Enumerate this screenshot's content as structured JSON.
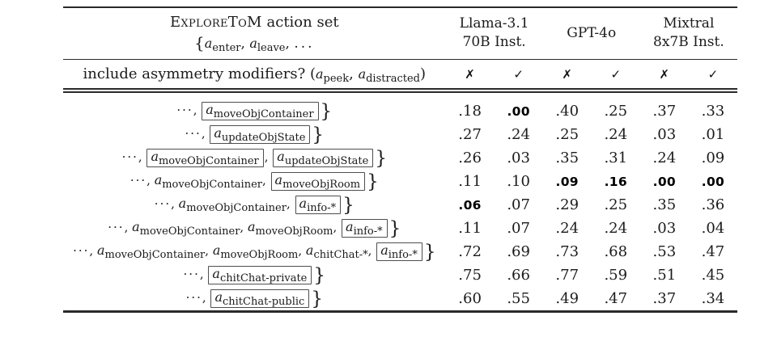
{
  "page": {
    "background": "#ffffff",
    "text_color": "#1b1b1b",
    "rule_color": "#2a2a2a"
  },
  "math": {
    "var": "a",
    "dots": "···",
    "ellipsis": "...",
    "open_brace": "{",
    "close_brace": "}"
  },
  "header": {
    "title_smallcaps": "ExploreToM",
    "title_rest": " action set",
    "action_set_prefix": {
      "items": [
        "enter",
        "leave"
      ]
    },
    "models": [
      {
        "line1": "Llama-3.1",
        "line2": "70B Inst."
      },
      {
        "line1": "GPT-4o",
        "line2": ""
      },
      {
        "line1": "Mixtral",
        "line2": "8x7B Inst."
      }
    ],
    "modifier_question": "include asymmetry modifiers?",
    "modifier_parens": {
      "items": [
        "peek",
        "distracted"
      ]
    },
    "marks": [
      {
        "glyph": "✗",
        "name": "cross"
      },
      {
        "glyph": "✓",
        "name": "check"
      },
      {
        "glyph": "✗",
        "name": "cross"
      },
      {
        "glyph": "✓",
        "name": "check"
      },
      {
        "glyph": "✗",
        "name": "cross"
      },
      {
        "glyph": "✓",
        "name": "check"
      }
    ]
  },
  "rows": [
    {
      "items": [
        {
          "name": "moveObjContainer",
          "boxed": true
        }
      ],
      "values": [
        ".18",
        ".00",
        ".40",
        ".25",
        ".37",
        ".33"
      ],
      "bold": [
        false,
        true,
        false,
        false,
        false,
        false
      ]
    },
    {
      "items": [
        {
          "name": "updateObjState",
          "boxed": true
        }
      ],
      "values": [
        ".27",
        ".24",
        ".25",
        ".24",
        ".03",
        ".01"
      ],
      "bold": [
        false,
        false,
        false,
        false,
        false,
        false
      ]
    },
    {
      "items": [
        {
          "name": "moveObjContainer",
          "boxed": true
        },
        {
          "name": "updateObjState",
          "boxed": true
        }
      ],
      "values": [
        ".26",
        ".03",
        ".35",
        ".31",
        ".24",
        ".09"
      ],
      "bold": [
        false,
        false,
        false,
        false,
        false,
        false
      ]
    },
    {
      "items": [
        {
          "name": "moveObjContainer",
          "boxed": false
        },
        {
          "name": "moveObjRoom",
          "boxed": true
        }
      ],
      "values": [
        ".11",
        ".10",
        ".09",
        ".16",
        ".00",
        ".00"
      ],
      "bold": [
        false,
        false,
        true,
        true,
        true,
        true
      ]
    },
    {
      "items": [
        {
          "name": "moveObjContainer",
          "boxed": false
        },
        {
          "name": "info-*",
          "boxed": true
        }
      ],
      "values": [
        ".06",
        ".07",
        ".29",
        ".25",
        ".35",
        ".36"
      ],
      "bold": [
        true,
        false,
        false,
        false,
        false,
        false
      ]
    },
    {
      "items": [
        {
          "name": "moveObjContainer",
          "boxed": false
        },
        {
          "name": "moveObjRoom",
          "boxed": false
        },
        {
          "name": "info-*",
          "boxed": true
        }
      ],
      "values": [
        ".11",
        ".07",
        ".24",
        ".24",
        ".03",
        ".04"
      ],
      "bold": [
        false,
        false,
        false,
        false,
        false,
        false
      ]
    },
    {
      "items": [
        {
          "name": "moveObjContainer",
          "boxed": false
        },
        {
          "name": "moveObjRoom",
          "boxed": false
        },
        {
          "name": "chitChat-*",
          "boxed": false
        },
        {
          "name": "info-*",
          "boxed": true
        }
      ],
      "values": [
        ".72",
        ".69",
        ".73",
        ".68",
        ".53",
        ".47"
      ],
      "bold": [
        false,
        false,
        false,
        false,
        false,
        false
      ]
    },
    {
      "items": [
        {
          "name": "chitChat-private",
          "boxed": true
        }
      ],
      "values": [
        ".75",
        ".66",
        ".77",
        ".59",
        ".51",
        ".45"
      ],
      "bold": [
        false,
        false,
        false,
        false,
        false,
        false
      ]
    },
    {
      "items": [
        {
          "name": "chitChat-public",
          "boxed": true
        }
      ],
      "values": [
        ".60",
        ".55",
        ".49",
        ".47",
        ".37",
        ".34"
      ],
      "bold": [
        false,
        false,
        false,
        false,
        false,
        false
      ]
    }
  ]
}
